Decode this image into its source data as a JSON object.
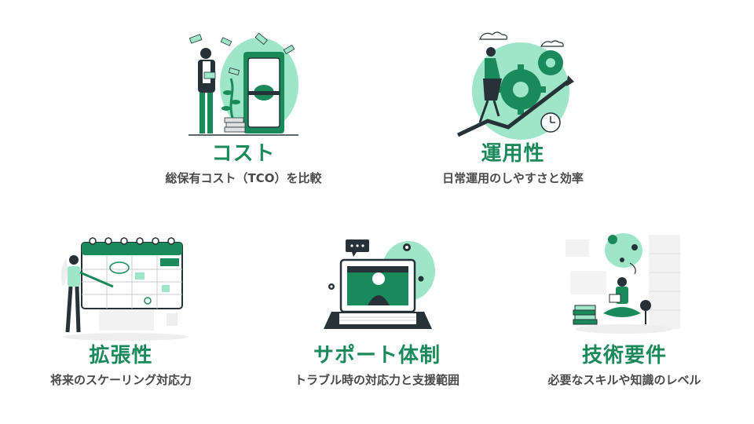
{
  "colors": {
    "accent": "#1b8a5a",
    "light_accent": "#9ee6c7",
    "text": "#4a4a4a",
    "dark": "#263238"
  },
  "cards": [
    {
      "title": "コスト",
      "subtitle": "総保有コスト（TCO）を比較",
      "illustration": "money-businessman-illustration"
    },
    {
      "title": "運用性",
      "subtitle": "日常運用のしやすさと効率",
      "illustration": "gears-growth-illustration"
    },
    {
      "title": "拡張性",
      "subtitle": "将来のスケーリング対応力",
      "illustration": "calendar-planning-illustration"
    },
    {
      "title": "サポート体制",
      "subtitle": "トラブル時の対応力と支援範囲",
      "illustration": "laptop-support-illustration"
    },
    {
      "title": "技術要件",
      "subtitle": "必要なスキルや知識のレベル",
      "illustration": "studying-books-illustration"
    }
  ]
}
